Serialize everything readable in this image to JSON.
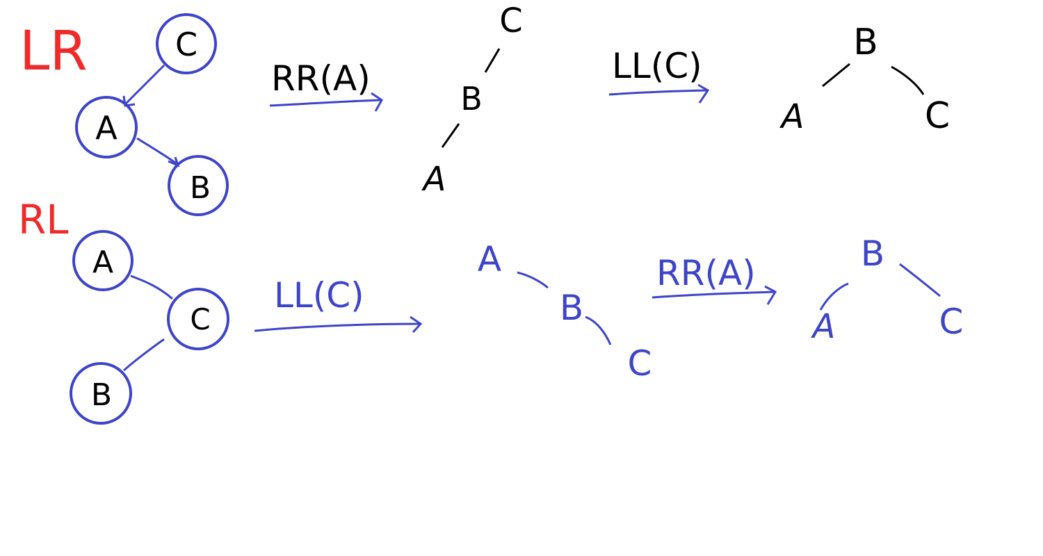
{
  "colors": {
    "background": "#ffffff",
    "red": "#ee2a2a",
    "blue": "#3d44c8",
    "black": "#000000"
  },
  "lr": {
    "case_label": "LR",
    "start": {
      "c": "C",
      "a": "A",
      "b": "B"
    },
    "step1_label": "RR(A)",
    "mid": {
      "c": "C",
      "b": "B",
      "a": "A"
    },
    "step2_label": "LL(C)",
    "result": {
      "b": "B",
      "a": "A",
      "c": "C"
    }
  },
  "rl": {
    "case_label": "RL",
    "start": {
      "a": "A",
      "c": "C",
      "b": "B"
    },
    "step1_label": "LL(C)",
    "mid": {
      "a": "A",
      "b": "B",
      "c": "C"
    },
    "step2_label": "RR(A)",
    "result": {
      "b": "B",
      "a": "A",
      "c": "C"
    }
  }
}
